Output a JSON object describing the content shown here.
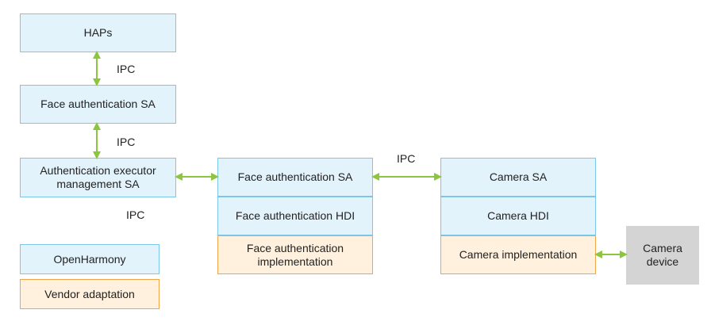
{
  "boxes": {
    "haps": "HAPs",
    "face_auth_sa_left": "Face authentication SA",
    "auth_executor_mgmt_sa": "Authentication executor\nmanagement SA",
    "face_auth_sa_mid": "Face authentication SA",
    "face_auth_hdi": "Face authentication HDI",
    "face_auth_impl": "Face authentication\nimplementation",
    "camera_sa": "Camera SA",
    "camera_hdi": "Camera HDI",
    "camera_impl": "Camera implementation",
    "camera_device": "Camera\ndevice"
  },
  "legend": {
    "openharmony": "OpenHarmony",
    "vendor_adaptation": "Vendor adaptation"
  },
  "ipc_labels": [
    "IPC",
    "IPC",
    "IPC",
    "IPC"
  ],
  "colors": {
    "openharmony_fill": "#e3f3fc",
    "openharmony_border": "#7cc6ec",
    "vendor_fill": "#fff1de",
    "vendor_border": "#f0a54a",
    "device_fill": "#d4d4d4",
    "arrow": "#8cc63f"
  }
}
